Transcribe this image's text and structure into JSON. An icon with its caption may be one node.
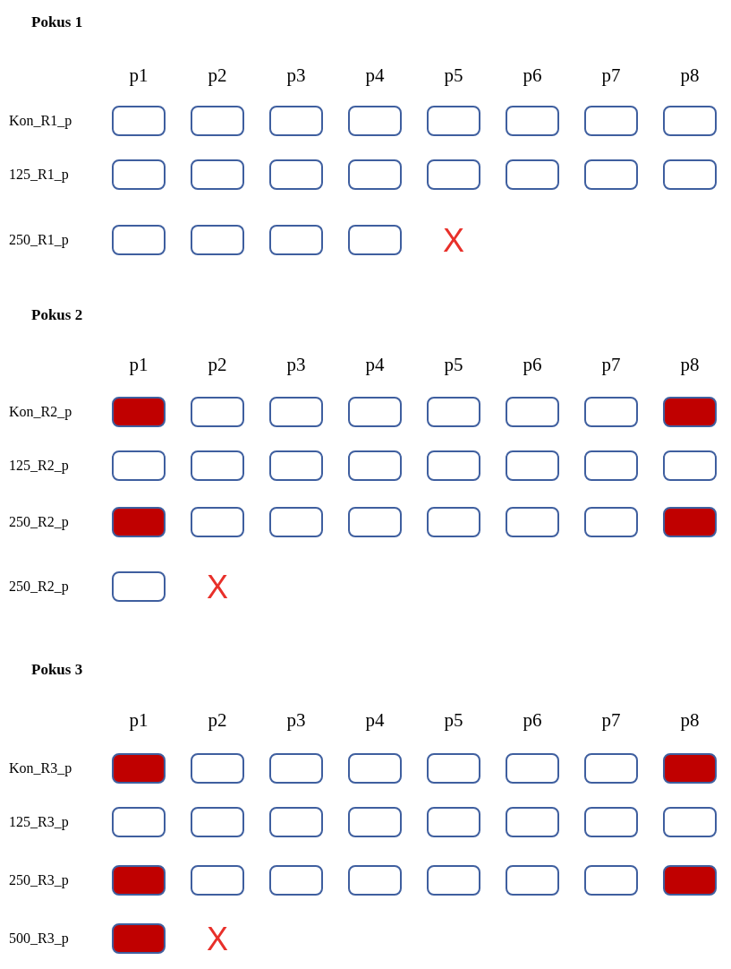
{
  "diagram": {
    "nodes": [
      {
        "text": [],
        "shape": "box"
      },
      {
        "text": [],
        "shape": "box"
      },
      {
        "text": [],
        "shape": "box"
      },
      {
        "text": [],
        "shape": "box"
      },
      {
        "text": [],
        "shape": "box"
      },
      {
        "text": [],
        "shape": "box"
      },
      {
        "text": [],
        "shape": "box"
      },
      {
        "text": [],
        "shape": "box"
      },
      {
        "text": [],
        "shape": "box"
      },
      {
        "text": [],
        "shape": "box"
      },
      {
        "text": [],
        "shape": "box"
      },
      {
        "text": [],
        "shape": "box"
      },
      {
        "text": [],
        "shape": "box"
      },
      {
        "text": [],
        "shape": "box"
      },
      {
        "text": [],
        "shape": "box"
      },
      {
        "text": [],
        "shape": "box"
      },
      {
        "text": [],
        "shape": "box"
      },
      {
        "text": [],
        "shape": "box"
      },
      {
        "text": [],
        "shape": "box"
      },
      {
        "text": [],
        "shape": "box"
      },
      {
        "text": [],
        "shape": "box"
      },
      {
        "text": [],
        "shape": "box"
      },
      {
        "text": [],
        "shape": "box"
      },
      {
        "text": [],
        "shape": "box"
      },
      {
        "text": [],
        "shape": "box"
      },
      {
        "text": [],
        "shape": "box"
      },
      {
        "text": [],
        "shape": "box"
      },
      {
        "text": [],
        "shape": "box"
      },
      {
        "text": [],
        "shape": "box"
      },
      {
        "text": [],
        "shape": "box"
      },
      {
        "text": [],
        "shape": "box"
      },
      {
        "text": [],
        "shape": "box"
      },
      {
        "text": [],
        "shape": "box"
      },
      {
        "text": [],
        "shape": "box"
      },
      {
        "text": [],
        "shape": "box"
      },
      {
        "text": [],
        "shape": "box"
      },
      {
        "text": [],
        "shape": "box"
      },
      {
        "text": [],
        "shape": "box"
      },
      {
        "text": [],
        "shape": "box"
      },
      {
        "text": [],
        "shape": "box"
      },
      {
        "text": [],
        "shape": "box"
      },
      {
        "text": [],
        "shape": "box"
      },
      {
        "text": [],
        "shape": "box"
      },
      {
        "text": [],
        "shape": "box"
      },
      {
        "text": [],
        "shape": "box"
      },
      {
        "text": [],
        "shape": "box"
      },
      {
        "text": [],
        "shape": "box"
      },
      {
        "text": [],
        "shape": "box"
      },
      {
        "text": [],
        "shape": "box"
      },
      {
        "text": [],
        "shape": "box"
      },
      {
        "text": [],
        "shape": "box"
      },
      {
        "text": [],
        "shape": "box"
      },
      {
        "text": [],
        "shape": "box"
      },
      {
        "text": [],
        "shape": "box"
      },
      {
        "text": [],
        "shape": "box"
      },
      {
        "text": [],
        "shape": "box"
      },
      {
        "text": [],
        "shape": "box"
      },
      {
        "text": [],
        "shape": "box"
      },
      {
        "text": [],
        "shape": "box"
      },
      {
        "text": [],
        "shape": "box"
      },
      {
        "text": [],
        "shape": "box"
      },
      {
        "text": [],
        "shape": "box"
      },
      {
        "text": [],
        "shape": "box"
      },
      {
        "text": [],
        "shape": "box"
      },
      {
        "text": [],
        "shape": "box"
      },
      {
        "text": [],
        "shape": "box"
      },
      {
        "text": [],
        "shape": "box"
      },
      {
        "text": [],
        "shape": "box"
      },
      {
        "text": [],
        "shape": "box"
      },
      {
        "text": [],
        "shape": "box"
      }
    ],
    "labels": [
      "Pokus 1",
      "p1",
      "p2",
      "p3",
      "p4",
      "p5",
      "p6",
      "p7",
      "p8",
      "Kon_R1_p",
      "125_R1_p",
      "250_R1_p",
      "X",
      "Pokus 2",
      "p1",
      "p2",
      "p3",
      "p4",
      "p5",
      "p6",
      "p7",
      "p8",
      "Kon_R2_p",
      "125_R2_p",
      "250_R2_p",
      "250_R2_p",
      "X",
      "Pokus 3",
      "p1",
      "p2",
      "p3",
      "p4",
      "p5",
      "p6",
      "p7",
      "p8",
      "Kon_R3_p",
      "125_R3_p",
      "250_R3_p",
      "500_R3_p",
      "X"
    ]
  }
}
